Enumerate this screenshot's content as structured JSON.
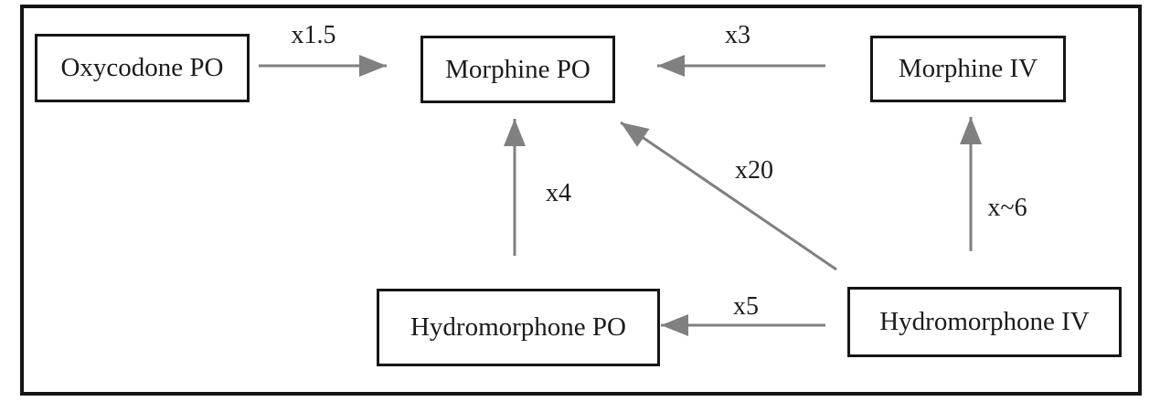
{
  "diagram": {
    "colors": {
      "arrow": "#808080",
      "border": "#151515",
      "text": "#1b1b1b",
      "background": "#ffffff"
    },
    "nodes": {
      "oxycodone_po": {
        "label": "Oxycodone PO"
      },
      "morphine_po": {
        "label": "Morphine PO"
      },
      "morphine_iv": {
        "label": "Morphine IV"
      },
      "hydromorphone_po": {
        "label": "Hydromorphone PO"
      },
      "hydromorphone_iv": {
        "label": "Hydromorphone IV"
      }
    },
    "edges": [
      {
        "from": "Oxycodone PO",
        "to": "Morphine PO",
        "label": "x1.5"
      },
      {
        "from": "Morphine IV",
        "to": "Morphine PO",
        "label": "x3"
      },
      {
        "from": "Hydromorphone PO",
        "to": "Morphine PO",
        "label": "x4"
      },
      {
        "from": "Hydromorphone IV",
        "to": "Morphine PO",
        "label": "x20"
      },
      {
        "from": "Hydromorphone IV",
        "to": "Morphine IV",
        "label": "x~6"
      },
      {
        "from": "Hydromorphone IV",
        "to": "Hydromorphone PO",
        "label": "x5"
      }
    ]
  }
}
